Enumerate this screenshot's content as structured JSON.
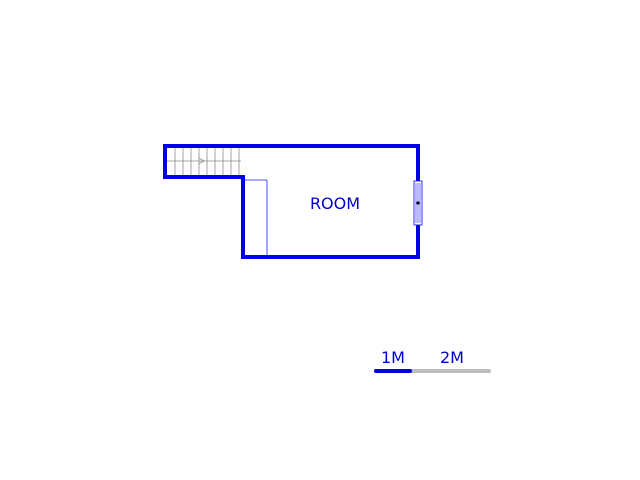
{
  "plan": {
    "room_label": "ROOM"
  },
  "scale_bar": {
    "label_1": "1M",
    "label_2": "2M"
  },
  "colors": {
    "wall": "#0000e6",
    "thin_line": "#1a1aff",
    "label": "#0000c8",
    "scale_active": "#0000e6",
    "scale_inactive": "#bdbdbd",
    "stair_line": "#8c8c8c"
  }
}
